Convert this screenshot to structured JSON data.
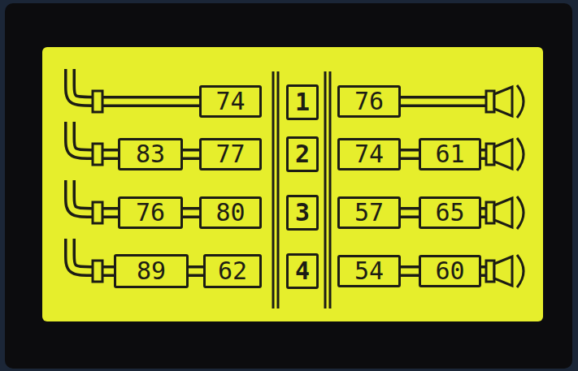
{
  "diagram": {
    "nodes": [
      {
        "text": [
          "74"
        ]
      },
      {
        "text": [
          "1"
        ]
      },
      {
        "text": [
          "76"
        ]
      },
      {
        "text": [
          "83"
        ]
      },
      {
        "text": [
          "77"
        ]
      },
      {
        "text": [
          "2"
        ]
      },
      {
        "text": [
          "74"
        ]
      },
      {
        "text": [
          "61"
        ]
      },
      {
        "text": [
          "76"
        ]
      },
      {
        "text": [
          "80"
        ]
      },
      {
        "text": [
          "3"
        ]
      },
      {
        "text": [
          "57"
        ]
      },
      {
        "text": [
          "65"
        ]
      },
      {
        "text": [
          "89"
        ]
      },
      {
        "text": [
          "62"
        ]
      },
      {
        "text": [
          "4"
        ]
      },
      {
        "text": [
          "54"
        ]
      },
      {
        "text": [
          "60"
        ]
      }
    ],
    "edges": [
      {
        "from": 3,
        "to": 4,
        "arrow": "none"
      },
      {
        "from": 6,
        "to": 7,
        "arrow": "none"
      },
      {
        "from": 8,
        "to": 9,
        "arrow": "none"
      },
      {
        "from": 11,
        "to": 12,
        "arrow": "none"
      },
      {
        "from": 13,
        "to": 14,
        "arrow": "none"
      },
      {
        "from": 16,
        "to": 17,
        "arrow": "none"
      }
    ]
  }
}
